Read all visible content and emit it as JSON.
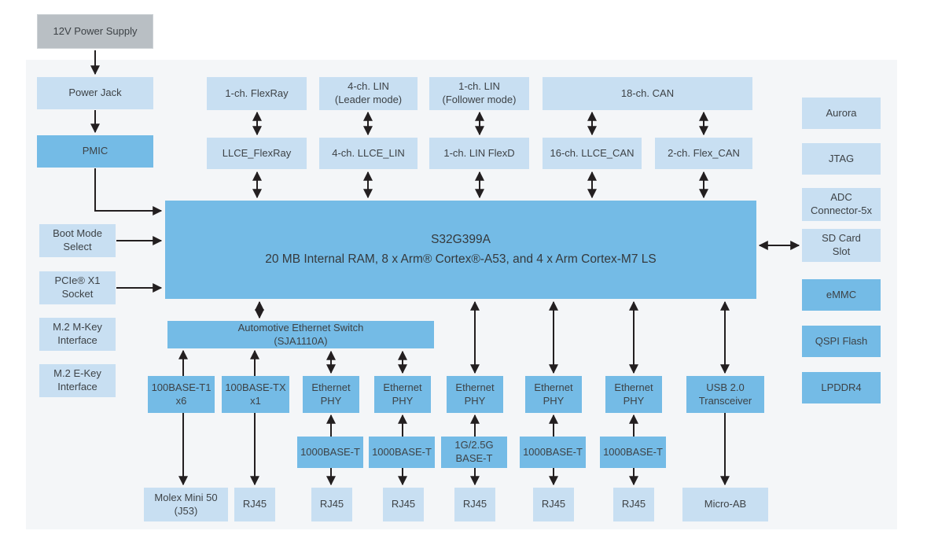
{
  "colors": {
    "light": "#c8dff2",
    "medium": "#74bbe6",
    "gray": "#b9bfc4",
    "panel": "#f4f6f8",
    "arrow": "#231f20",
    "text": "#3d4246",
    "page": "#ffffff"
  },
  "nodes": {
    "power_supply_12v": "12V Power Supply",
    "power_jack": "Power Jack",
    "pmic": "PMIC",
    "boot_mode_select": "Boot Mode\nSelect",
    "pcie_socket": "PCIe® X1\nSocket",
    "m2_m_key": "M.2 M-Key\nInterface",
    "m2_e_key": "M.2 E-Key\nInterface",
    "flexray_ch": "1-ch. FlexRay",
    "lin_leader": "4-ch. LIN\n(Leader mode)",
    "lin_follower": "1-ch. LIN\n(Follower mode)",
    "can_18ch": "18-ch. CAN",
    "llce_flexray": "LLCE_FlexRay",
    "llce_lin": "4-ch. LLCE_LIN",
    "lin_flexd": "1-ch. LIN FlexD",
    "llce_can": "16-ch. LLCE_CAN",
    "flex_can": "2-ch. Flex_CAN",
    "soc": {
      "title": "S32G399A",
      "subtitle": "20 MB Internal RAM, 8 x Arm® Cortex®-A53, and 4 x Arm Cortex-M7 LS"
    },
    "aurora": "Aurora",
    "jtag": "JTAG",
    "adc_connector": "ADC\nConnector-5x",
    "sd_card_slot": "SD Card\nSlot",
    "emmc": "eMMC",
    "qspi_flash": "QSPI Flash",
    "lpddr4": "LPDDR4",
    "eth_switch": "Automotive Ethernet Switch\n(SJA1110A)",
    "base_t1": "100BASE-T1\nx6",
    "base_tx": "100BASE-TX\nx1",
    "ethernet_phys": [
      "Ethernet\nPHY",
      "Ethernet\nPHY",
      "Ethernet\nPHY",
      "Ethernet\nPHY",
      "Ethernet\nPHY"
    ],
    "usb_transceiver": "USB 2.0\nTransceiver",
    "uplinks": [
      "1000BASE-T",
      "1000BASE-T",
      "1G/2.5G\nBASE-T",
      "1000BASE-T",
      "1000BASE-T"
    ],
    "molex": "Molex Mini 50\n(J53)",
    "rj45s": [
      "RJ45",
      "RJ45",
      "RJ45",
      "RJ45",
      "RJ45",
      "RJ45"
    ],
    "micro_ab": "Micro-AB"
  }
}
